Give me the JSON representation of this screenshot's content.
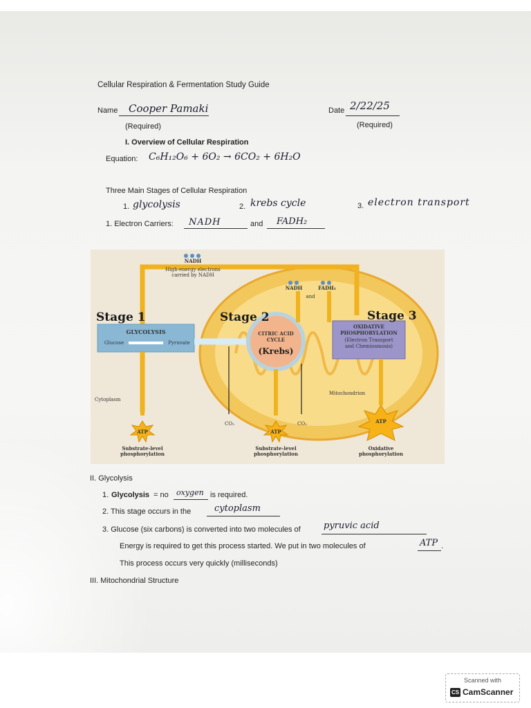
{
  "title": "Cellular Respiration & Fermentation Study Guide",
  "name_label": "Name",
  "name_value": "Cooper Pamaki",
  "date_label": "Date",
  "date_value": "2/22/25",
  "required_1": "(Required)",
  "required_2": "(Required)",
  "section1": "I. Overview of Cellular Respiration",
  "equation_label": "Equation:",
  "equation_value": "C₆H₁₂O₆ + 6O₂ → 6CO₂ + 6H₂O",
  "stages_heading": "Three Main Stages of Cellular Respiration",
  "stage1_num": "1.",
  "stage1_value": "glycolysis",
  "stage2_num": "2.",
  "stage2_value": "krebs cycle",
  "stage3_num": "3.",
  "stage3_value": "electron transport",
  "carriers_label": "1. Electron Carriers:",
  "carrier1": "NADH",
  "carriers_and": "and",
  "carrier2": "FADH₂",
  "diagram": {
    "nadh_top": "NADH",
    "nadh_top_caption": "High-energy electrons carried by NADH",
    "nadh_mid": "NADH",
    "and": "and",
    "fadh2": "FADH₂",
    "stage1": "Stage 1",
    "stage2": "Stage 2",
    "stage3": "Stage 3",
    "glycolysis": "GLYCOLYSIS",
    "glucose": "Glucose",
    "pyruvate": "Pyruvate",
    "citric1": "CITRIC ACID",
    "citric2": "CYCLE",
    "krebs": "(Krebs)",
    "oxphos1": "OXIDATIVE",
    "oxphos2": "PHOSPHORYLATION",
    "oxphos3": "(Electron Transport",
    "oxphos4": "and Chemiosmosis)",
    "cytoplasm": "Cytoplasm",
    "mitochondrion": "Mitochondrion",
    "co2_a": "CO₂",
    "co2_b": "CO₂",
    "atp1": "ATP",
    "atp2": "ATP",
    "atp3": "ATP",
    "sub1a": "Substrate-level",
    "sub1b": "phosphorylation",
    "sub2a": "Substrate-level",
    "sub2b": "phosphorylation",
    "ox_a": "Oxidative",
    "ox_b": "phosphorylation"
  },
  "section2": "II. Glycolysis",
  "q1_prefix": "1.",
  "q1_bold": "Glycolysis",
  "q1_mid": "= no",
  "q1_answer": "oxygen",
  "q1_suffix": "is required.",
  "q2_text": "2. This stage occurs in the",
  "q2_answer": "cytoplasm",
  "q3_text": "3. Glucose (six carbons) is converted into two molecules of",
  "q3_answer": "pyruvic acid",
  "energy_text": "Energy is required to get this process started. We put in two molecules of",
  "energy_answer": "ATP",
  "energy_period": ".",
  "speed_text": "This process occurs very quickly (milliseconds)",
  "section3": "III. Mitochondrial Structure",
  "footer_scanned": "Scanned with",
  "footer_logo": "CS",
  "footer_brand": "CamScanner"
}
